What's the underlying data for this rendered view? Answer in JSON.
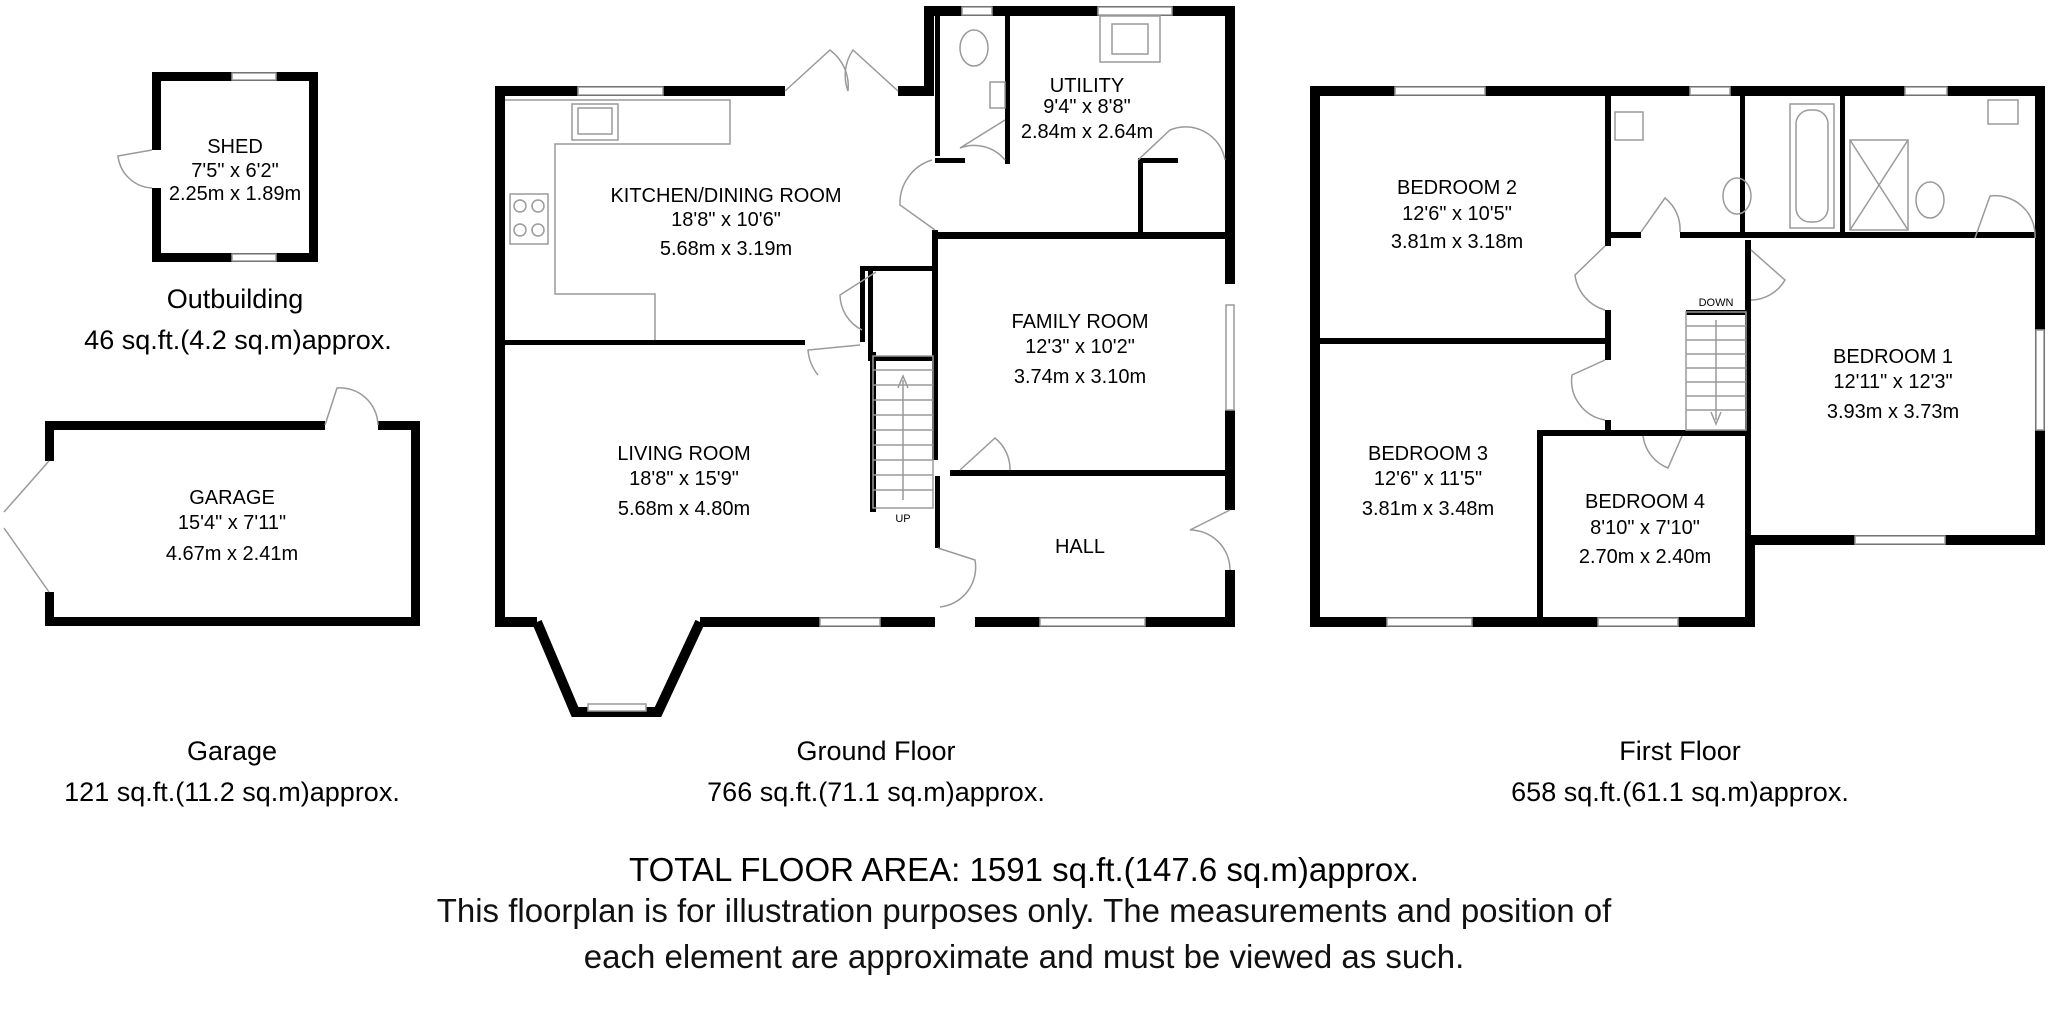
{
  "rooms": {
    "shed": {
      "name": "SHED",
      "imperial": "7'5\" x 6'2\"",
      "metric": "2.25m x 1.89m"
    },
    "garage": {
      "name": "GARAGE",
      "imperial": "15'4\" x 7'11\"",
      "metric": "4.67m x 2.41m"
    },
    "kitchen": {
      "name": "KITCHEN/DINING ROOM",
      "imperial": "18'8\" x 10'6\"",
      "metric": "5.68m x 3.19m"
    },
    "utility": {
      "name": "UTILITY",
      "imperial": "9'4\" x 8'8\"",
      "metric": "2.84m x 2.64m"
    },
    "family": {
      "name": "FAMILY ROOM",
      "imperial": "12'3\" x 10'2\"",
      "metric": "3.74m x 3.10m"
    },
    "living": {
      "name": "LIVING ROOM",
      "imperial": "18'8\" x 15'9\"",
      "metric": "5.68m x 4.80m"
    },
    "hall": {
      "name": "HALL"
    },
    "bedroom1": {
      "name": "BEDROOM 1",
      "imperial": "12'11\" x 12'3\"",
      "metric": "3.93m x 3.73m"
    },
    "bedroom2": {
      "name": "BEDROOM 2",
      "imperial": "12'6\" x 10'5\"",
      "metric": "3.81m x 3.18m"
    },
    "bedroom3": {
      "name": "BEDROOM 3",
      "imperial": "12'6\" x 11'5\"",
      "metric": "3.81m x 3.48m"
    },
    "bedroom4": {
      "name": "BEDROOM 4",
      "imperial": "8'10\" x 7'10\"",
      "metric": "2.70m x 2.40m"
    }
  },
  "stairs": {
    "up": "UP",
    "down": "DOWN"
  },
  "floors": {
    "outbuilding": {
      "title": "Outbuilding",
      "area": "46 sq.ft.(4.2 sq.m)approx."
    },
    "garage": {
      "title": "Garage",
      "area": "121 sq.ft.(11.2 sq.m)approx."
    },
    "ground": {
      "title": "Ground Floor",
      "area": "766 sq.ft.(71.1 sq.m)approx."
    },
    "first": {
      "title": "First Floor",
      "area": "658 sq.ft.(61.1 sq.m)approx."
    }
  },
  "footer": {
    "total": "TOTAL FLOOR AREA: 1591 sq.ft.(147.6 sq.m)approx.",
    "disclaimer": "This floorplan is for illustration purposes only. The measurements and position of each element are approximate and must be viewed as such."
  }
}
